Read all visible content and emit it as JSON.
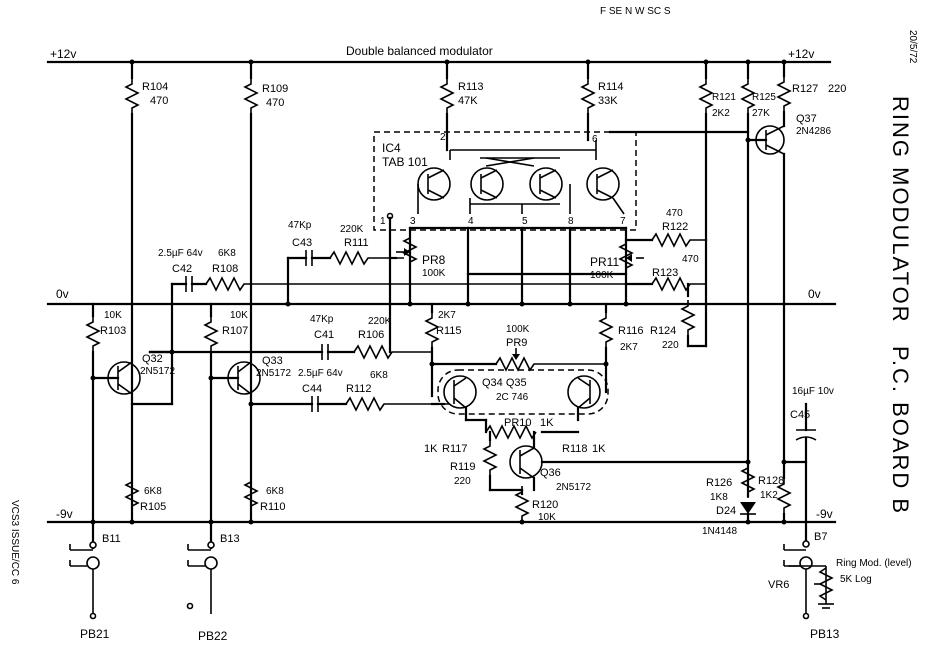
{
  "header": {
    "top_scribble": "F  SE  N  W  SC  S"
  },
  "title": "Double balanced modulator",
  "rails": {
    "pos_left": "+12v",
    "pos_right": "+12v",
    "zero_left": "0v",
    "zero_right": "0v",
    "neg_left": "-9v",
    "neg_right": "-9v"
  },
  "right_title": {
    "line1": "RING MODULATOR",
    "line2": "P.C. BOARD B",
    "date": "20/5/72"
  },
  "side_note": "VCS3 ISSUE/CC 6",
  "ic": {
    "name": "IC4",
    "part": "TAB 101",
    "pins": [
      "1",
      "2",
      "3",
      "4",
      "5",
      "6",
      "7",
      "8"
    ]
  },
  "resistors": {
    "r104": {
      "name": "R104",
      "value": "470"
    },
    "r109": {
      "name": "R109",
      "value": "470"
    },
    "r113": {
      "name": "R113",
      "value": "47K"
    },
    "r114": {
      "name": "R114",
      "value": "33K"
    },
    "r121": {
      "name": "R121",
      "value": "2K2"
    },
    "r125": {
      "name": "R125",
      "value": "27K"
    },
    "r127": {
      "name": "R127",
      "value": "220"
    },
    "r103": {
      "name": "R103",
      "value": "10K"
    },
    "r107": {
      "name": "R107",
      "value": "10K"
    },
    "r105": {
      "name": "R105",
      "value": "6K8"
    },
    "r110": {
      "name": "R110",
      "value": "6K8"
    },
    "r108": {
      "name": "R108",
      "value": "6K8"
    },
    "r111": {
      "name": "R111",
      "value": "220K"
    },
    "r106": {
      "name": "R106",
      "value": "220K"
    },
    "r112": {
      "name": "R112",
      "value": "6K8"
    },
    "r115": {
      "name": "R115",
      "value": "2K7"
    },
    "r116": {
      "name": "R116",
      "value": "2K7"
    },
    "r117": {
      "name": "R117",
      "value": "1K"
    },
    "r118": {
      "name": "R118",
      "value": "1K"
    },
    "r119": {
      "name": "R119",
      "value": "220"
    },
    "r120": {
      "name": "R120",
      "value": "10K"
    },
    "r122": {
      "name": "R122",
      "value": "470"
    },
    "r123": {
      "name": "R123",
      "value": "470"
    },
    "r124": {
      "name": "R124",
      "value": "220"
    },
    "r126": {
      "name": "R126",
      "value": "1K8"
    },
    "r128": {
      "name": "R128",
      "value": "1K2"
    }
  },
  "presets": {
    "pr8": {
      "name": "PR8",
      "value": "100K"
    },
    "pr9": {
      "name": "PR9",
      "value": "100K"
    },
    "pr10": {
      "name": "PR10",
      "value": "1K"
    },
    "pr11": {
      "name": "PR11",
      "value": "100K"
    }
  },
  "capacitors": {
    "c41": {
      "name": "C41",
      "value": "47Kp"
    },
    "c42": {
      "name": "C42",
      "value": "2.5µF 64v"
    },
    "c43": {
      "name": "C43",
      "value": "47Kp"
    },
    "c44": {
      "name": "C44",
      "value": "2.5µF 64v"
    },
    "c45": {
      "name": "C45",
      "value": "16µF 10v"
    }
  },
  "transistors": {
    "q32": {
      "name": "Q32",
      "part": "2N5172"
    },
    "q33": {
      "name": "Q33",
      "part": "2N5172"
    },
    "q34_35": {
      "name": "Q34  Q35",
      "part": "2C 746"
    },
    "q36": {
      "name": "Q36",
      "part": "2N5172"
    },
    "q37": {
      "name": "Q37",
      "part": "2N4286"
    }
  },
  "diode": {
    "name": "D24",
    "part": "1N4148"
  },
  "pot": {
    "name": "VR6",
    "label": "Ring Mod. (level)",
    "value": "5K Log"
  },
  "pads": {
    "b11": "B11",
    "b13": "B13",
    "b7": "B7",
    "pb21": "PB21",
    "pb22": "PB22",
    "pb13": "PB13"
  }
}
